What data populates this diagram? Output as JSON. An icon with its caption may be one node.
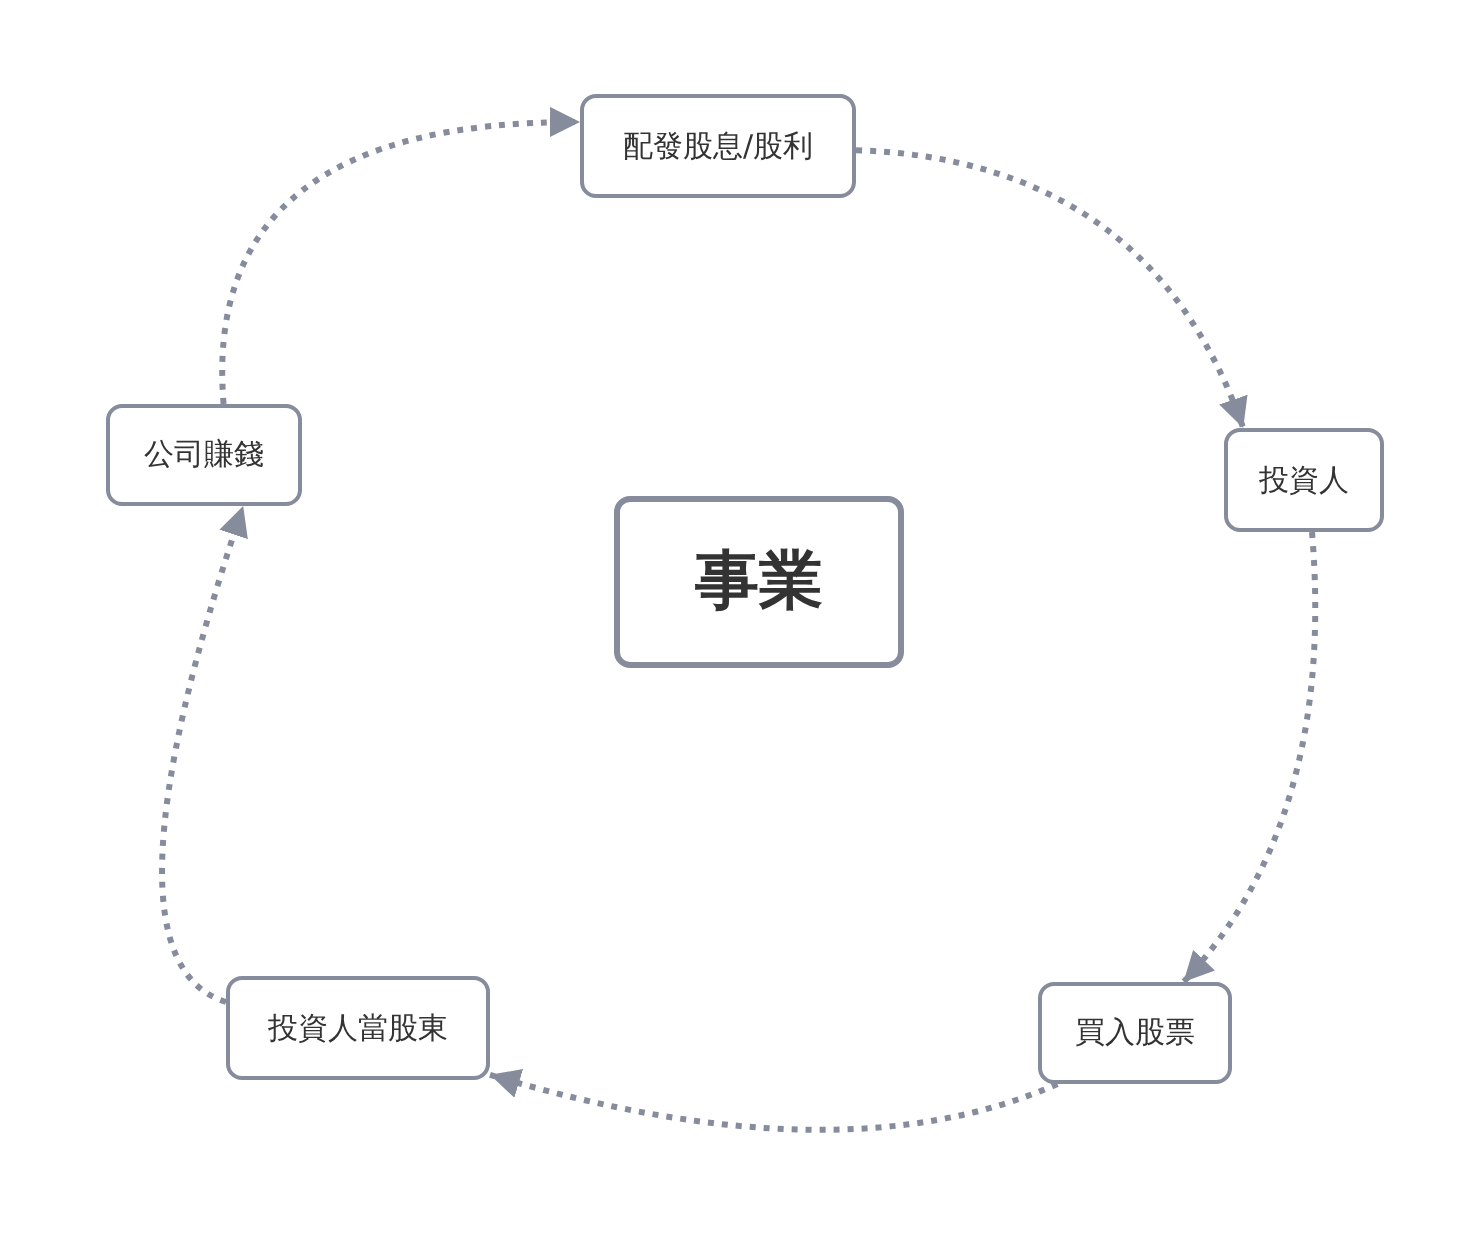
{
  "diagram": {
    "nodes": [
      {
        "text": [
          "事業"
        ]
      },
      {
        "text": [
          "配發股息/股利"
        ]
      },
      {
        "text": [
          "投資人"
        ]
      },
      {
        "text": [
          "買入股票"
        ]
      },
      {
        "text": [
          "投資人當股東"
        ]
      },
      {
        "text": [
          "公司賺錢"
        ]
      }
    ],
    "edges": [
      {
        "from": 1,
        "to": 2,
        "arrow": "to"
      },
      {
        "from": 2,
        "to": 3,
        "arrow": "to"
      },
      {
        "from": 3,
        "to": 4,
        "arrow": "to"
      },
      {
        "from": 4,
        "to": 5,
        "arrow": "to"
      },
      {
        "from": 5,
        "to": 1,
        "arrow": "to"
      }
    ]
  }
}
